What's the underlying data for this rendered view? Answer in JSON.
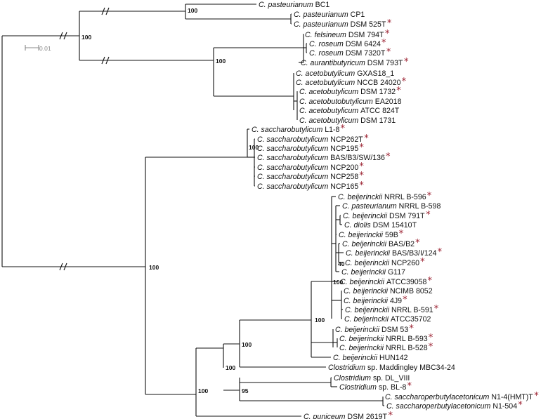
{
  "scale": {
    "label": "0.01"
  },
  "bootstrap": {
    "clade_pasteurianum_acetobutylicum": "100",
    "pasteurianum": "100",
    "felsineum_acetobutylicum": "100",
    "saccharobutylicum": "100",
    "root_right": "100",
    "upper_mid": "100",
    "beijerinckii_group": "100",
    "beijerinckii_core": "100",
    "beijerinckii_inner": "40",
    "clostridium_sp": "95"
  },
  "leaves": [
    {
      "genus": "C. pasteurianum",
      "strain": "BC1",
      "star": false
    },
    {
      "genus": "C. pasteurianum",
      "strain": "CP1",
      "star": false
    },
    {
      "genus": "C. pasteurianum",
      "strain": "DSM 525T",
      "star": true
    },
    {
      "genus": "C. felsineum",
      "strain": "DSM 794T",
      "star": true
    },
    {
      "genus": "C. roseum",
      "strain": "DSM 6424",
      "star": true
    },
    {
      "genus": "C. roseum",
      "strain": "DSM 7320T",
      "star": true
    },
    {
      "genus": "C. aurantibutyricum",
      "strain": "DSM 793T",
      "star": true
    },
    {
      "genus": "C. acetobutylicum",
      "strain": "GXAS18_1",
      "star": false
    },
    {
      "genus": "C. acetobutylicum",
      "strain": "NCCB 24020",
      "star": true
    },
    {
      "genus": "C. acetobutylicum",
      "strain": "DSM 1732",
      "star": true
    },
    {
      "genus": "C. acetobutobutylicum",
      "strain": "EA2018",
      "star": false
    },
    {
      "genus": "C. acetobutylicum",
      "strain": "ATCC 824T",
      "star": false
    },
    {
      "genus": "C. acetobutylicum",
      "strain": "DSM 1731",
      "star": false
    },
    {
      "genus": "C. saccharobutylicum",
      "strain": "L1-8",
      "star": true
    },
    {
      "genus": "C. saccharobutylicum",
      "strain": "NCP262T",
      "star": true
    },
    {
      "genus": "C. saccharobutylicum",
      "strain": "NCP195",
      "star": true
    },
    {
      "genus": "C. saccharobutylicum",
      "strain": "BAS/B3/SW/136",
      "star": true
    },
    {
      "genus": "C. saccharobutylicum",
      "strain": "NCP200",
      "star": true
    },
    {
      "genus": "C. saccharobutylicum",
      "strain": "NCP258",
      "star": true
    },
    {
      "genus": "C. saccharobutylicum",
      "strain": "NCP165",
      "star": true
    },
    {
      "genus": "C. beijerinckii",
      "strain": "NRRL B-596",
      "star": true
    },
    {
      "genus": "C. pasteurianum",
      "strain": "NRRL B-598",
      "star": false
    },
    {
      "genus": "C. beijerinckii",
      "strain": "DSM 791T",
      "star": true
    },
    {
      "genus": "C. diolis",
      "strain": "DSM 15410T",
      "star": false
    },
    {
      "genus": "C. beijerinckii",
      "strain": "59B",
      "star": true
    },
    {
      "genus": "C. beijerinckii",
      "strain": "BAS/B2",
      "star": true
    },
    {
      "genus": "C. beijerinckii",
      "strain": "BAS/B3/I/124",
      "star": true
    },
    {
      "genus": "C. beijerinckii",
      "strain": "NCP260",
      "star": true
    },
    {
      "genus": "C. beijerinckii",
      "strain": "G117",
      "star": false
    },
    {
      "genus": "C. beijerinckii",
      "strain": "ATCC39058",
      "star": true
    },
    {
      "genus": "C. beijerinckii",
      "strain": "NCIMB 8052",
      "star": false
    },
    {
      "genus": "C. beijerinckii",
      "strain": "4J9",
      "star": true
    },
    {
      "genus": "C. beijerinckii",
      "strain": "NRRL B-591",
      "star": true
    },
    {
      "genus": "C. beijerinckii",
      "strain": "ATCC35702",
      "star": false
    },
    {
      "genus": "C. beijerinckii",
      "strain": "DSM 53",
      "star": true
    },
    {
      "genus": "C. beijerinckii",
      "strain": "NRRL B-593",
      "star": true
    },
    {
      "genus": "C. beijerinckii",
      "strain": "NRRL B-528",
      "star": true
    },
    {
      "genus": "C. beijerinckii",
      "strain": "HUN142",
      "star": false
    },
    {
      "genus": "Clostridium",
      "strain": "sp. Maddingley MBC34-24",
      "star": false
    },
    {
      "genus": "Clostridium",
      "strain": "sp. DL_VIII",
      "star": false
    },
    {
      "genus": "Clostridium",
      "strain": "sp. BL-8",
      "star": true
    },
    {
      "genus": "C. saccharoperbutylacetonicum",
      "strain": "N1-4(HMT)T",
      "star": true
    },
    {
      "genus": "C. saccharoperbutylacetonicum",
      "strain": "N1-504",
      "star": true
    },
    {
      "genus": "C. puniceum",
      "strain": "DSM 2619T",
      "star": true
    }
  ]
}
